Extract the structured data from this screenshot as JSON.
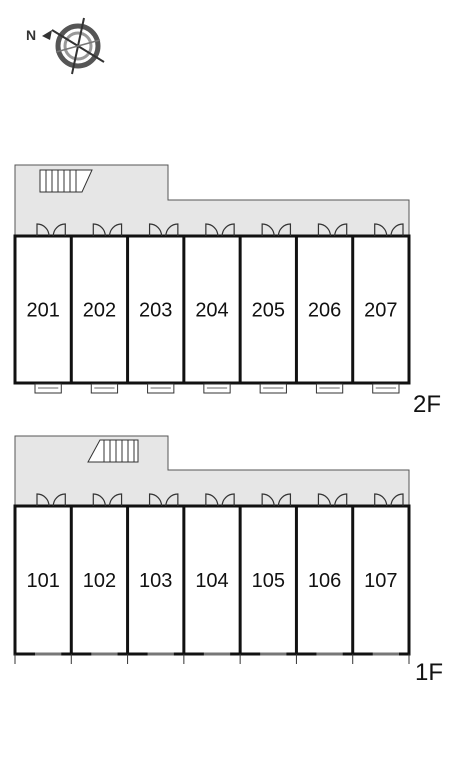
{
  "compass": {
    "north_label": "N",
    "icon": "compass-rose-icon"
  },
  "floors": [
    {
      "id": "2F",
      "label": "2F",
      "units": [
        "201",
        "202",
        "203",
        "204",
        "205",
        "206",
        "207"
      ],
      "stair_icon": "staircase-icon"
    },
    {
      "id": "1F",
      "label": "1F",
      "units": [
        "101",
        "102",
        "103",
        "104",
        "105",
        "106",
        "107"
      ],
      "stair_icon": "staircase-icon"
    }
  ],
  "colors": {
    "corridor": "#e6e6e6",
    "wall": "#111111",
    "line": "#333333"
  }
}
